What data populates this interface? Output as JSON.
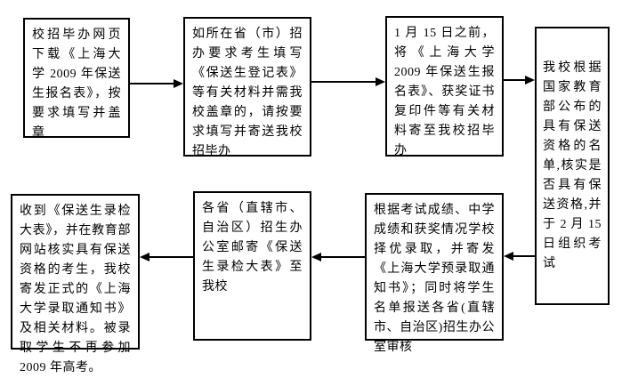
{
  "flowchart": {
    "background_color": "#ffffff",
    "line_color": "#000000",
    "text_color": "#000000",
    "boxes": [
      {
        "id": "step-1",
        "text": "校招毕办网页下载《上海大学 2009 年保送生报名表》，按要求填写并盖章"
      },
      {
        "id": "step-2",
        "text": "如所在省（市）招办要求考生填写《保送生登记表》等有关材料并需我校盖章的，请按要求填写并寄送我校招毕办"
      },
      {
        "id": "step-3",
        "text": "1 月 15 日之前，将《上海大学 2009 年保送生报名表》、获奖证书复印件等有关材料寄至我校招毕办"
      },
      {
        "id": "step-4",
        "text": "我校根据国家教育部公布的具有保送资格的名单,核实是否具有保送资格,并于 2 月 15 日组织考试"
      },
      {
        "id": "step-5",
        "text": "根据考试成绩、中学成绩和获奖情况学校择优录取，并寄发《上海大学预录取通知书》；同时将学生名单报送各省(直辖市、自治区)招生办公室审核"
      },
      {
        "id": "step-6",
        "text": "各省（直辖市、自治区）招生办公室邮寄《保送生录检大表》至我校"
      },
      {
        "id": "step-7",
        "text": "收到《保送生录检大表》，并在教育部网站核实具有保送资格的考生，我校寄发正式的《上海大学录取通知书》及相关材料。被录取学生不再参加 2009 年高考。"
      }
    ],
    "arrows": [
      {
        "from": "step-1",
        "to": "step-2",
        "direction": "right"
      },
      {
        "from": "step-2",
        "to": "step-3",
        "direction": "right"
      },
      {
        "from": "step-3",
        "to": "step-4",
        "direction": "right"
      },
      {
        "from": "step-4",
        "to": "step-5",
        "direction": "left"
      },
      {
        "from": "step-5",
        "to": "step-6",
        "direction": "left"
      },
      {
        "from": "step-6",
        "to": "step-7",
        "direction": "left"
      }
    ]
  }
}
